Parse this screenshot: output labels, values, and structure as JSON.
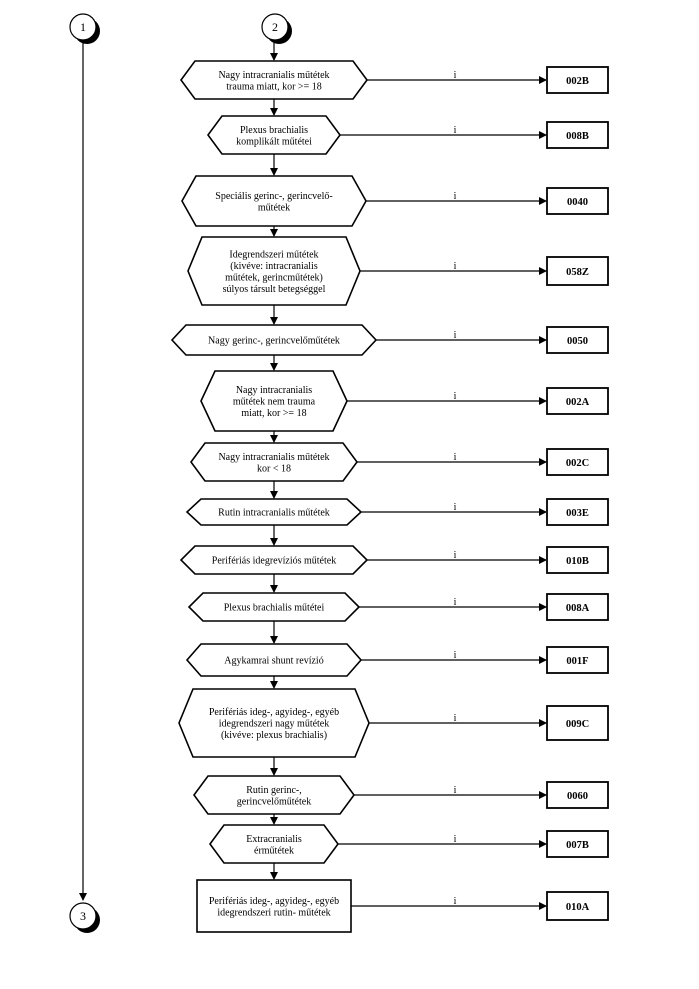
{
  "connectors": {
    "c1": "1",
    "c2": "2",
    "c3": "3"
  },
  "yes_label": "i",
  "nodes": [
    {
      "shape": "hexagon",
      "lines": [
        "Nagy intracranialis műtétek",
        "trauma miatt, kor >= 18"
      ],
      "code": "002B"
    },
    {
      "shape": "hexagon",
      "lines": [
        "Plexus brachialis",
        "komplikált műtétei"
      ],
      "code": "008B"
    },
    {
      "shape": "hexagon",
      "lines": [
        "Speciális  gerinc-, gerincvelő-",
        "műtétek"
      ],
      "code": "0040"
    },
    {
      "shape": "hexagon",
      "lines": [
        "Idegrendszeri műtétek",
        "(kivéve: intracranialis",
        "műtétek, gerincműtétek)",
        "súlyos társult betegséggel"
      ],
      "code": "058Z"
    },
    {
      "shape": "hexagon",
      "lines": [
        "Nagy gerinc-, gerincvelőműtétek"
      ],
      "code": "0050"
    },
    {
      "shape": "hexagon",
      "lines": [
        "Nagy intracranialis",
        "műtétek nem  trauma",
        "miatt, kor >= 18"
      ],
      "code": "002A"
    },
    {
      "shape": "hexagon",
      "lines": [
        "Nagy intracranialis műtétek",
        "kor < 18"
      ],
      "code": "002C"
    },
    {
      "shape": "hexagon",
      "lines": [
        "Rutin intracranialis műtétek"
      ],
      "code": "003E"
    },
    {
      "shape": "hexagon",
      "lines": [
        "Perifériás idegrevíziós műtétek"
      ],
      "code": "010B"
    },
    {
      "shape": "hexagon",
      "lines": [
        "Plexus brachialis  műtétei"
      ],
      "code": "008A"
    },
    {
      "shape": "hexagon",
      "lines": [
        "Agykamrai shunt revízió"
      ],
      "code": "001F"
    },
    {
      "shape": "hexagon",
      "lines": [
        "Perifériás ideg-, agyideg-, egyéb",
        "idegrendszeri nagy műtétek",
        "(kivéve: plexus brachialis)"
      ],
      "code": "009C"
    },
    {
      "shape": "hexagon",
      "lines": [
        "Rutin gerinc-,",
        "gerincvelőműtétek"
      ],
      "code": "0060"
    },
    {
      "shape": "hexagon",
      "lines": [
        "Extracranialis",
        "érműtétek"
      ],
      "code": "007B"
    },
    {
      "shape": "rect",
      "lines": [
        "Perifériás ideg-, agyideg-, egyéb",
        "idegrendszeri rutin- műtétek"
      ],
      "code": "010A"
    }
  ]
}
